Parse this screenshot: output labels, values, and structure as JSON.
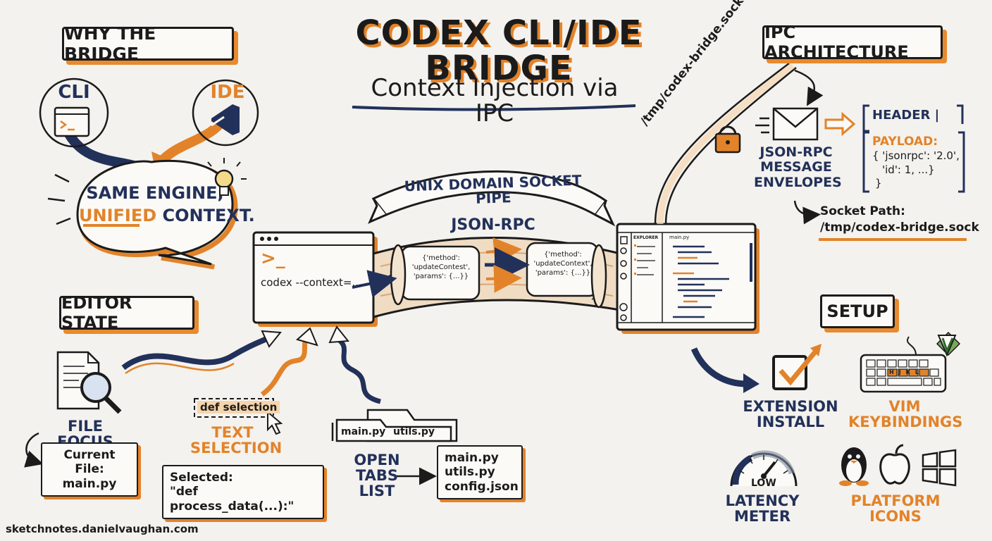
{
  "title": "CODEX CLI/IDE BRIDGE",
  "subtitle": "Context Injection via IPC",
  "why": {
    "heading": "WHY THE BRIDGE",
    "cli_label": "CLI",
    "ide_label": "IDE",
    "bubble_line1": "SAME ENGINE,",
    "bubble_line2a": "UNIFIED",
    "bubble_line2b": "CONTEXT."
  },
  "pipe": {
    "banner": "UNIX DOMAIN SOCKET PIPE",
    "protocol": "JSON-RPC",
    "terminal_prompt": ">_",
    "terminal_command": "codex --context=...",
    "message1": [
      "{'method':",
      "'updateContest',",
      "'params': {...}}"
    ],
    "message2": [
      "{'method':",
      "'updateContext',",
      "'params': {...}}"
    ],
    "ide_sidebar_title": "EXPLORER",
    "ide_tab": "main.py"
  },
  "ipc": {
    "heading": "IPC ARCHITECTURE",
    "socket_diag": "/tmp/codex-bridge.sock",
    "envelope_label": [
      "JSON-RPC",
      "MESSAGE",
      "ENVELOPES"
    ],
    "header": "HEADER",
    "payload_label": "PAYLOAD:",
    "payload_line1": "{ 'jsonrpc': '2.0',",
    "payload_line2": "'id': 1, ...}",
    "payload_line3": "}",
    "socket_path_label": "Socket Path:",
    "socket_path_value": "/tmp/codex-bridge.sock"
  },
  "editor": {
    "heading": "EDITOR STATE",
    "file_focus_label": "FILE FOCUS",
    "file_focus_note": [
      "Current File:",
      "main.py"
    ],
    "selection_tag": "def selection",
    "text_selection_label": [
      "TEXT",
      "SELECTION"
    ],
    "selection_note": [
      "Selected:",
      "\"def process_data(...):\""
    ],
    "tabs": [
      "main.py",
      "utils.py"
    ],
    "open_tabs_label": [
      "OPEN TABS",
      "LIST"
    ],
    "open_tabs_note": [
      "main.py",
      "utils.py",
      "config.json"
    ]
  },
  "setup": {
    "heading": "SETUP",
    "extension_label": [
      "EXTENSION",
      "INSTALL"
    ],
    "vim_label": [
      "VIM",
      "KEYBINDINGS"
    ],
    "vim_keys": "HJKL",
    "latency_label": [
      "LATENCY",
      "METER"
    ],
    "latency_value": "LOW",
    "platform_label": [
      "PLATFORM",
      "ICONS"
    ]
  },
  "footer": "sketchnotes.danielvaughan.com",
  "colors": {
    "ink": "#1b1b1b",
    "navy": "#22315a",
    "orange": "#e2832a",
    "paper": "#f4f2ee"
  }
}
